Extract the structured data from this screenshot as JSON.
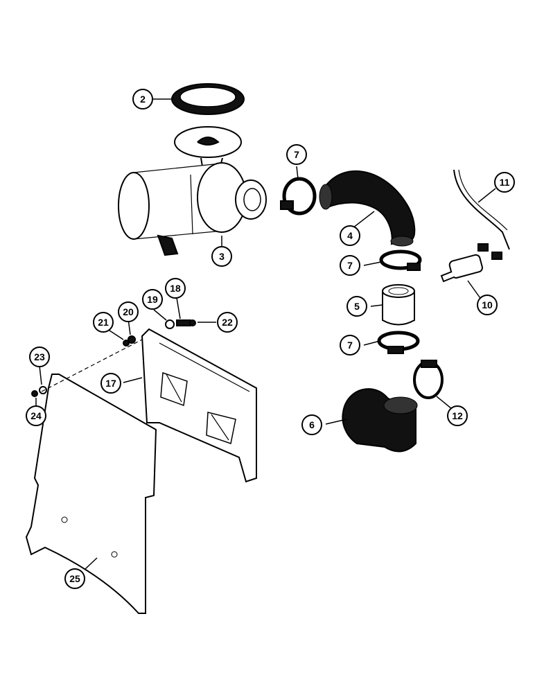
{
  "callouts": [
    {
      "id": "c2",
      "label": "2"
    },
    {
      "id": "c3",
      "label": "3"
    },
    {
      "id": "c4",
      "label": "4"
    },
    {
      "id": "c5",
      "label": "5"
    },
    {
      "id": "c6",
      "label": "6"
    },
    {
      "id": "c7a",
      "label": "7"
    },
    {
      "id": "c7b",
      "label": "7"
    },
    {
      "id": "c7c",
      "label": "7"
    },
    {
      "id": "c10",
      "label": "10"
    },
    {
      "id": "c11",
      "label": "11"
    },
    {
      "id": "c12",
      "label": "12"
    },
    {
      "id": "c17",
      "label": "17"
    },
    {
      "id": "c18",
      "label": "18"
    },
    {
      "id": "c19",
      "label": "19"
    },
    {
      "id": "c20",
      "label": "20"
    },
    {
      "id": "c21",
      "label": "21"
    },
    {
      "id": "c22",
      "label": "22"
    },
    {
      "id": "c23",
      "label": "23"
    },
    {
      "id": "c24",
      "label": "24"
    },
    {
      "id": "c25",
      "label": "25"
    }
  ]
}
